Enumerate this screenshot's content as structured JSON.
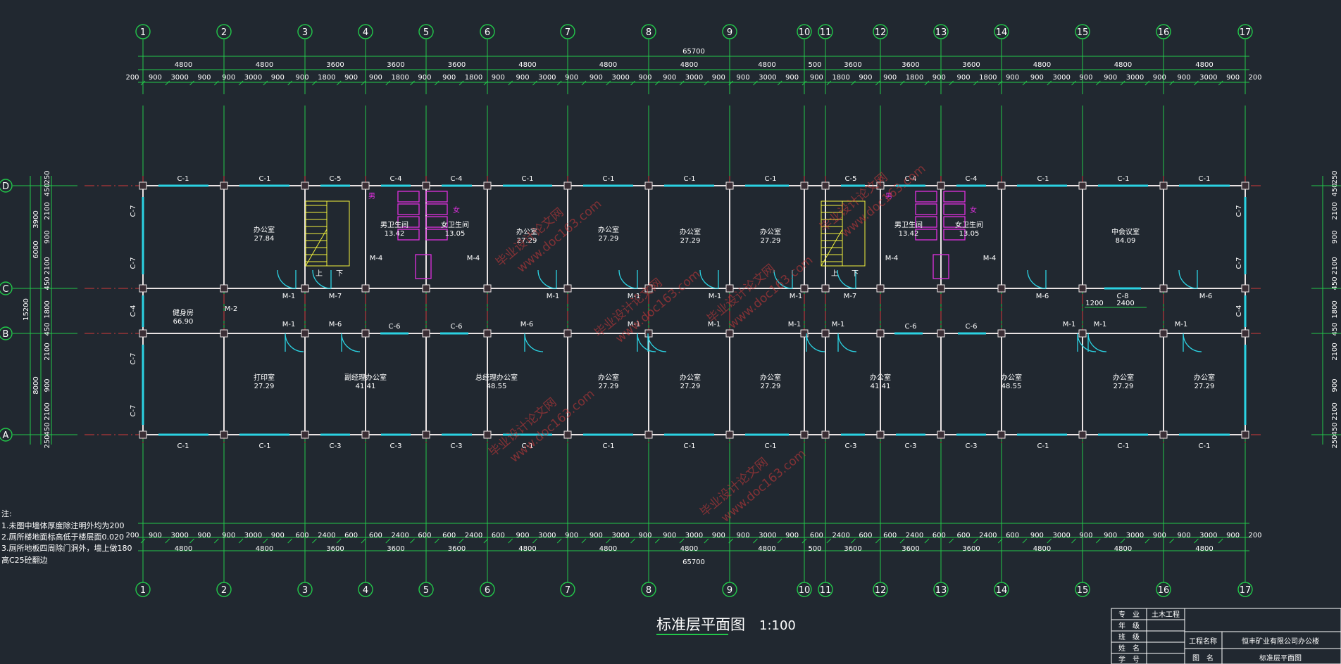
{
  "drawing": {
    "title": "标准层平面图",
    "scale": "1:100",
    "grid_axes_vertical": [
      "1",
      "2",
      "3",
      "4",
      "5",
      "6",
      "7",
      "8",
      "9",
      "10",
      "11",
      "12",
      "13",
      "14",
      "15",
      "16",
      "17"
    ],
    "grid_axes_horizontal": [
      "D",
      "C",
      "B",
      "A"
    ],
    "total_dimension": "65700",
    "bay_dimensions": [
      "4800",
      "4800",
      "3600",
      "3600",
      "3600",
      "4800",
      "4800",
      "4800",
      "4800",
      "500",
      "3600",
      "3600",
      "3600",
      "4800",
      "4800",
      "4800"
    ],
    "detail_dimensions_top": [
      "200",
      "900",
      "3000",
      "900",
      "900",
      "3000",
      "900",
      "900",
      "1800",
      "900",
      "900",
      "1800",
      "900",
      "900",
      "1800",
      "900",
      "900",
      "3000",
      "900",
      "900",
      "3000",
      "900",
      "900",
      "3000",
      "900",
      "900",
      "3000",
      "900",
      "900",
      "1800",
      "900",
      "900",
      "1800",
      "900",
      "900",
      "1800",
      "900",
      "900",
      "3000",
      "900",
      "900",
      "3000",
      "900",
      "900",
      "3000",
      "900",
      "200"
    ],
    "detail_dimensions_bottom": [
      "200",
      "900",
      "3000",
      "900",
      "900",
      "3000",
      "900",
      "600",
      "2400",
      "600",
      "600",
      "2400",
      "600",
      "600",
      "2400",
      "600",
      "900",
      "3000",
      "900",
      "900",
      "3000",
      "900",
      "900",
      "3000",
      "900",
      "900",
      "3000",
      "900",
      "600",
      "2400",
      "600",
      "600",
      "2400",
      "600",
      "600",
      "2400",
      "600",
      "900",
      "3000",
      "900",
      "900",
      "3000",
      "900",
      "900",
      "3000",
      "900",
      "200"
    ],
    "left_dimensions": [
      "250",
      "450",
      "2100",
      "900",
      "2100",
      "450",
      "1800",
      "450",
      "2100",
      "900",
      "2100",
      "450",
      "250"
    ],
    "left_group_dimensions": [
      "3900",
      "6000",
      "15200",
      "8000"
    ],
    "right_dimensions": [
      "250",
      "450",
      "2100",
      "900",
      "2100",
      "450",
      "1800",
      "450",
      "2100",
      "900",
      "2100",
      "450",
      "250"
    ],
    "corridor_dimensions": [
      "1200",
      "2400"
    ]
  },
  "rooms": [
    {
      "name": "办公室",
      "area": "27.84"
    },
    {
      "name": "男卫生间",
      "area": "13.42"
    },
    {
      "name": "女卫生间",
      "area": "13.05"
    },
    {
      "name": "办公室",
      "area": "27.29"
    },
    {
      "name": "办公室",
      "area": "27.29"
    },
    {
      "name": "办公室",
      "area": "27.29"
    },
    {
      "name": "办公室",
      "area": "27.29"
    },
    {
      "name": "男卫生间",
      "area": "13.42"
    },
    {
      "name": "女卫生间",
      "area": "13.05"
    },
    {
      "name": "中会议室",
      "area": "84.09"
    },
    {
      "name": "健身房",
      "area": "66.90"
    },
    {
      "name": "打印室",
      "area": "27.29"
    },
    {
      "name": "副经理办公室",
      "area": "41.41"
    },
    {
      "name": "总经理办公室",
      "area": "48.55"
    },
    {
      "name": "办公室",
      "area": "27.29"
    },
    {
      "name": "办公室",
      "area": "27.29"
    },
    {
      "name": "办公室",
      "area": "27.29"
    },
    {
      "name": "办公室",
      "area": "41.41"
    },
    {
      "name": "办公室",
      "area": "48.55"
    },
    {
      "name": "办公室",
      "area": "27.29"
    },
    {
      "name": "办公室",
      "area": "27.29"
    }
  ],
  "window_labels_top": [
    "C-1",
    "C-1",
    "C-5",
    "C-4",
    "C-4",
    "C-1",
    "C-1",
    "C-1",
    "C-1",
    "C-5",
    "C-4",
    "C-4",
    "C-1",
    "C-1",
    "C-1"
  ],
  "window_labels_bottom": [
    "C-1",
    "C-1",
    "C-3",
    "C-3",
    "C-3",
    "C-1",
    "C-1",
    "C-1",
    "C-1",
    "C-3",
    "C-3",
    "C-3",
    "C-1",
    "C-1",
    "C-1"
  ],
  "window_labels_corridor": [
    "C-6",
    "C-6",
    "C-6",
    "C-6"
  ],
  "window_labels_side": [
    "C-7",
    "C-7",
    "C-4",
    "C-7",
    "C-7",
    "C-7",
    "C-7",
    "C-4",
    "C-8"
  ],
  "door_labels": [
    "M-1",
    "M-7",
    "M-4",
    "M-4",
    "M-1",
    "M-1",
    "M-1",
    "M-1",
    "M-7",
    "M-4",
    "M-4",
    "M-6",
    "M-6",
    "M-1",
    "M-6",
    "M-6",
    "M-1",
    "M-1",
    "M-1",
    "M-1",
    "M-1",
    "M-1",
    "M-1",
    "M-2"
  ],
  "stair_labels": [
    "上",
    "下",
    "上",
    "下"
  ],
  "toilet_labels": [
    "男",
    "女",
    "男",
    "女"
  ],
  "notes": {
    "heading": "注:",
    "lines": [
      "1.未图中墙体厚度除注明外均为200",
      "2.厕所楼地面标高低于楼层面0.020",
      "3.厕所地板四周除门洞外，墙上做180",
      "高C25砼翻边"
    ]
  },
  "watermark": {
    "line1": "毕业设计论文网",
    "line2": "www.doc163.com"
  },
  "title_block": {
    "rows_left": [
      {
        "label": "专　业",
        "value": "土木工程"
      },
      {
        "label": "年　级",
        "value": ""
      },
      {
        "label": "班　级",
        "value": ""
      },
      {
        "label": "姓　名",
        "value": ""
      },
      {
        "label": "学　号",
        "value": ""
      }
    ],
    "project_label": "工程名称",
    "project_value": "恒丰矿业有限公司办公楼",
    "drawing_label": "图　名",
    "drawing_value": "标准层平面图"
  },
  "colors": {
    "background": "#212830",
    "dimension": "#22c84a",
    "wall": "#e9e3e3",
    "axis": "#d23a3a",
    "window": "#2bd3e3",
    "stair": "#f2f23c",
    "fixture": "#e030e0"
  }
}
